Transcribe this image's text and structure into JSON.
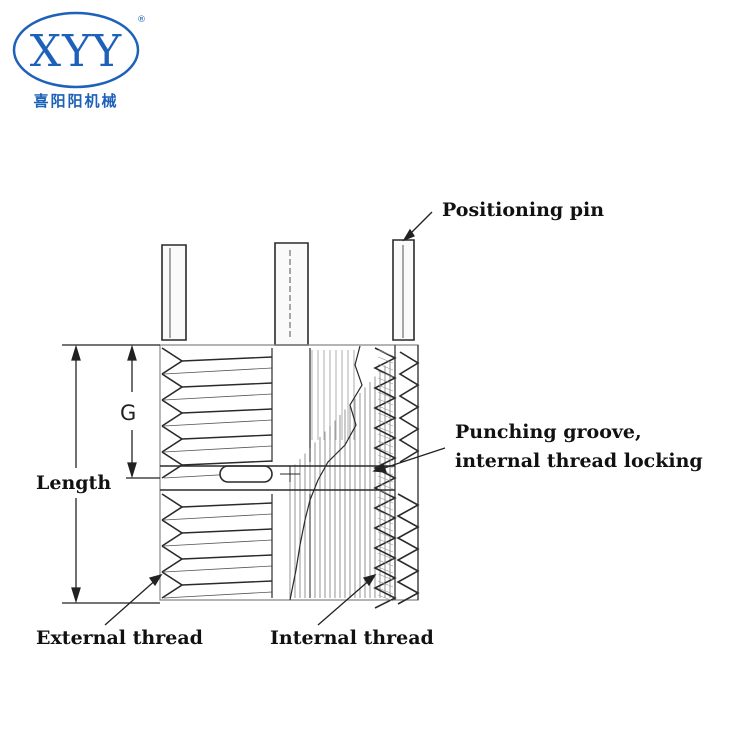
{
  "logo": {
    "text": "XYY",
    "registered": "®",
    "chinese": "喜阳阳机械",
    "color": "#1d61b8"
  },
  "labels": {
    "positioning_pin": "Positioning pin",
    "punching_groove_1": "Punching groove,",
    "punching_groove_2": "internal thread locking",
    "length": "Length",
    "g": "G",
    "external_thread": "External thread",
    "internal_thread": "Internal thread"
  }
}
